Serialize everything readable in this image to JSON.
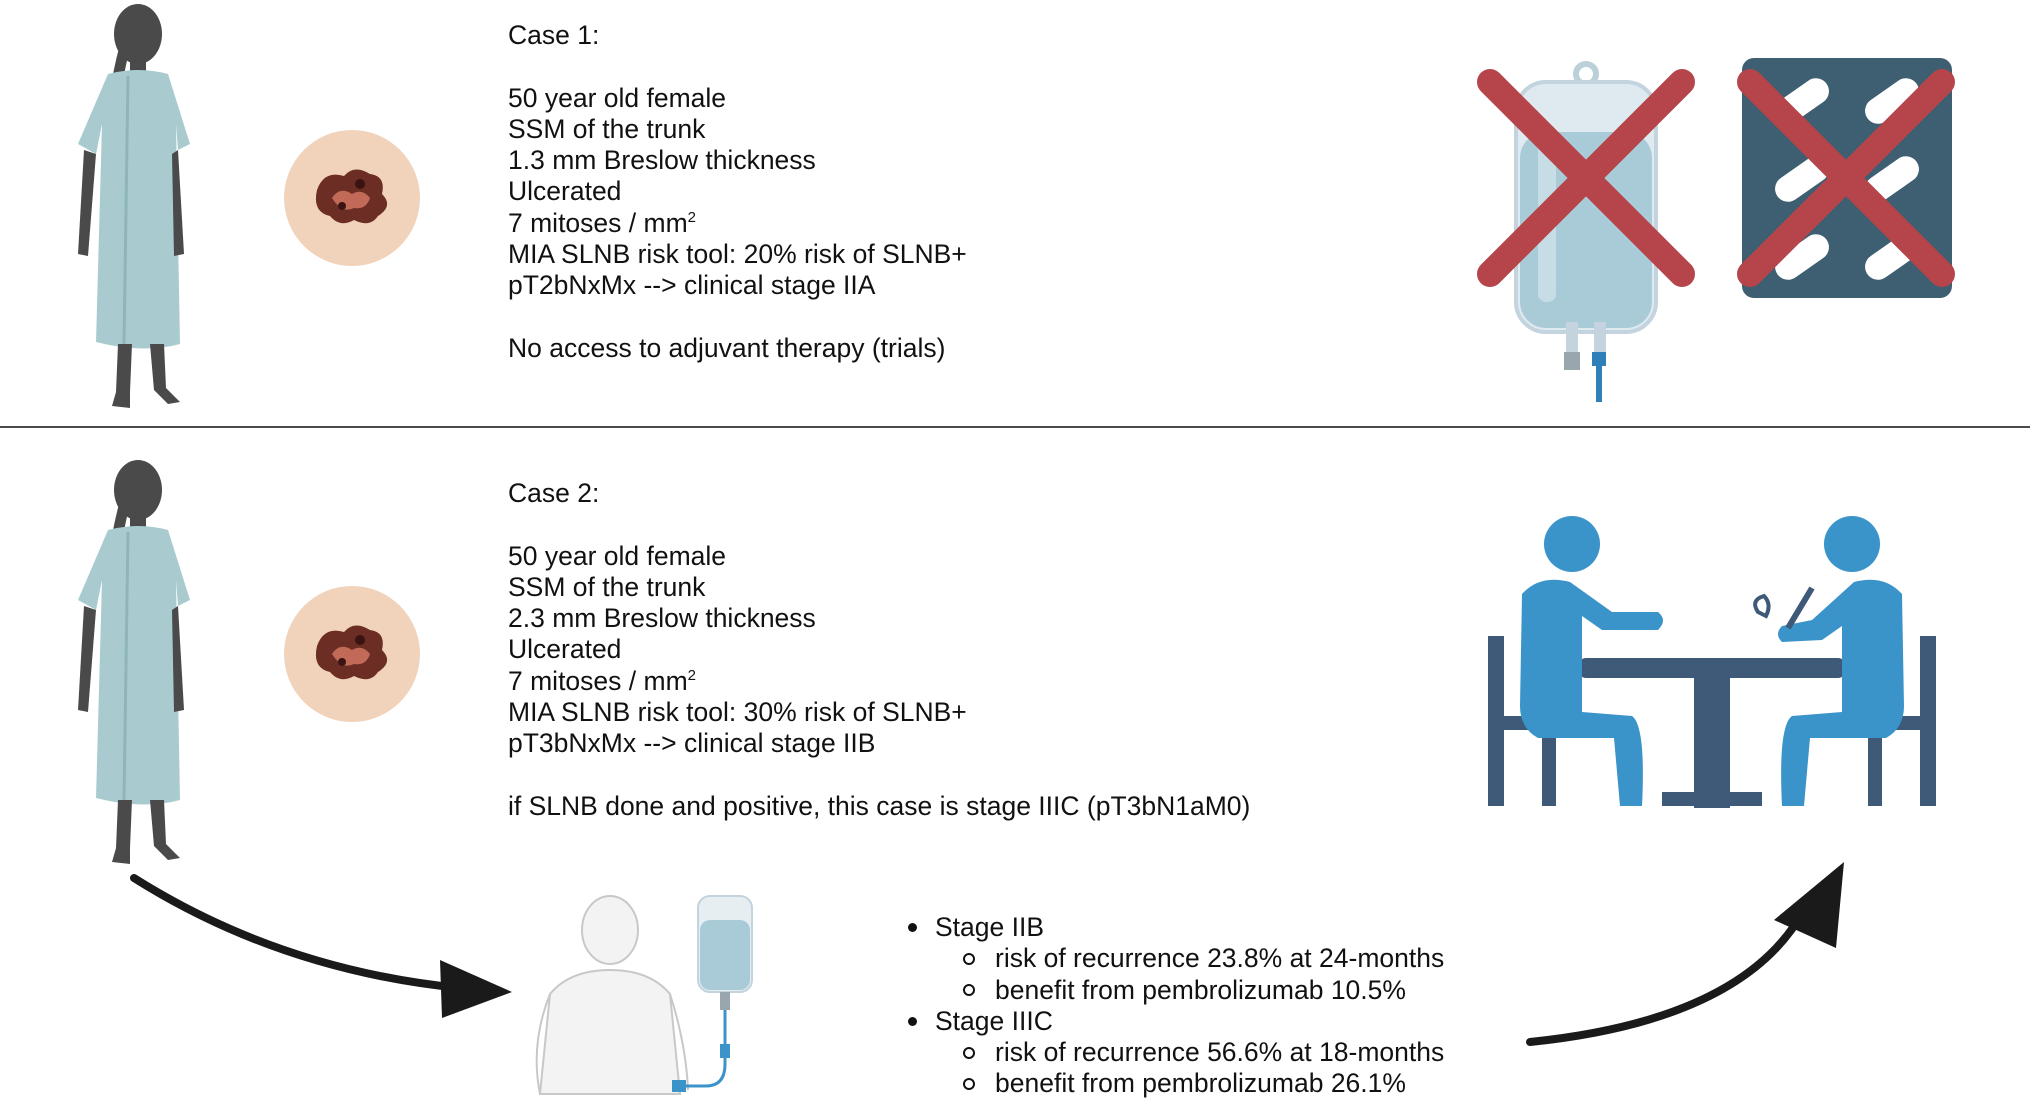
{
  "case1": {
    "title": "Case 1:",
    "lines": [
      "50 year old female",
      "SSM of the trunk",
      "1.3 mm Breslow thickness",
      "Ulcerated",
      "7 mitoses / mm",
      "MIA SLNB risk tool: 20% risk of SLNB+",
      "pT2bNxMx --> clinical stage IIA"
    ],
    "mitoses_sup": "2",
    "note": "No access to adjuvant therapy (trials)"
  },
  "case2": {
    "title": "Case 2:",
    "lines": [
      "50 year old female",
      "SSM of the trunk",
      "2.3 mm Breslow thickness",
      "Ulcerated",
      "7 mitoses / mm",
      "MIA SLNB risk tool: 30% risk of SLNB+",
      "pT3bNxMx --> clinical stage IIB"
    ],
    "mitoses_sup": "2",
    "note": "if SLNB done and positive, this case is stage IIIC (pT3bN1aM0)"
  },
  "outcomes": [
    {
      "stage": "Stage IIB",
      "items": [
        "risk of recurrence 23.8% at 24-months",
        "benefit from pembrolizumab 10.5%"
      ]
    },
    {
      "stage": "Stage IIIC",
      "items": [
        "risk of recurrence 56.6% at 18-months",
        "benefit from pembrolizumab 26.1%"
      ]
    }
  ],
  "icons": [
    "patient-icon",
    "lesion-icon",
    "iv-bag-icon",
    "pill-pack-icon",
    "cross-icon",
    "consultation-icon",
    "infusion-patient-icon",
    "arrow-icon"
  ],
  "colors": {
    "gown": "#a9cbd0",
    "skin_dark": "#4a4a4a",
    "cross": "#b5454a",
    "pill_pack": "#3e5e72",
    "consult_blue": "#3b94c9",
    "furniture": "#3e5a78",
    "lesion_bg": "#f1d3bb",
    "lesion": "#6b2d24"
  }
}
